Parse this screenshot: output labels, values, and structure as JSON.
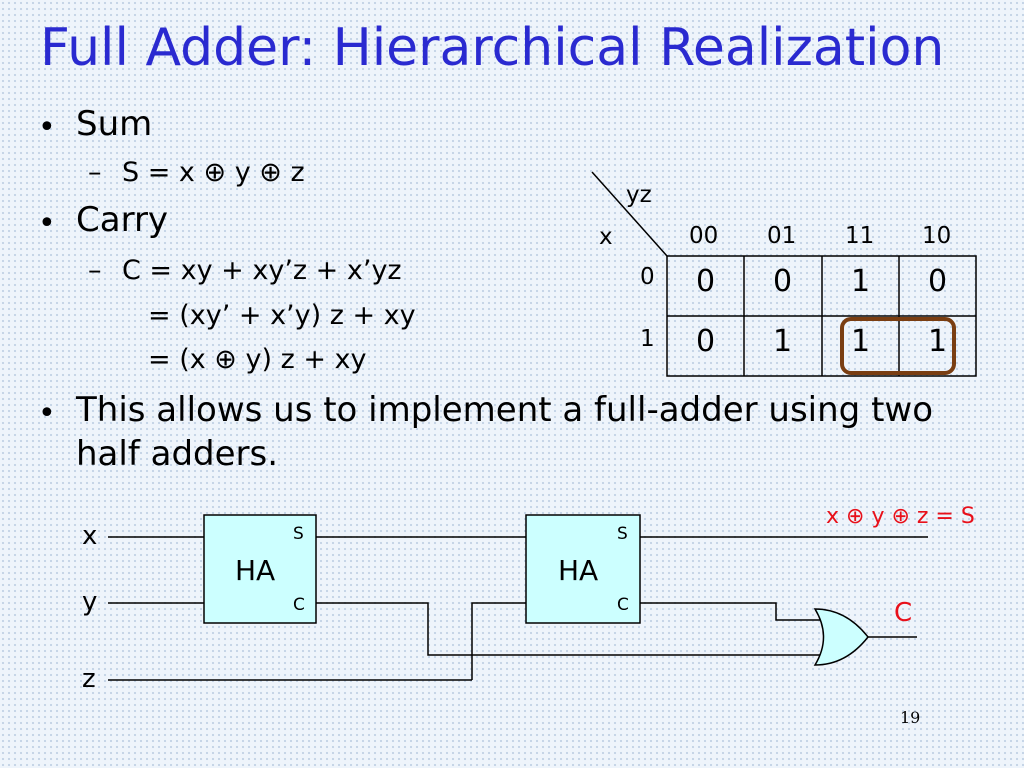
{
  "title": "Full Adder: Hierarchical Realization",
  "bullets": {
    "sum_label": "Sum",
    "sum_eq": "S = x ⊕ y ⊕ z",
    "carry_label": "Carry",
    "carry_eq1": "C = xy + xy’z + x’yz",
    "carry_eq2": "= (xy’ + x’y) z + xy",
    "carry_eq3": "= (x ⊕ y) z + xy",
    "note_line1": "This allows us to implement a full-adder using two",
    "note_line2": "half adders."
  },
  "kmap": {
    "col_var": "yz",
    "row_var": "x",
    "col_headers": [
      "00",
      "01",
      "11",
      "10"
    ],
    "row_headers": [
      "0",
      "1"
    ],
    "cells": [
      [
        "0",
        "0",
        "1",
        "0"
      ],
      [
        "0",
        "1",
        "1",
        "1"
      ]
    ],
    "highlight_color": "#7a3e12"
  },
  "circuit": {
    "inputs": [
      "x",
      "y",
      "z"
    ],
    "block_label": "HA",
    "port_sum": "S",
    "port_carry": "C",
    "sum_output": "x ⊕ y ⊕ z = S",
    "carry_output": "C",
    "output_color": "#e8101a"
  },
  "page_number": "19"
}
